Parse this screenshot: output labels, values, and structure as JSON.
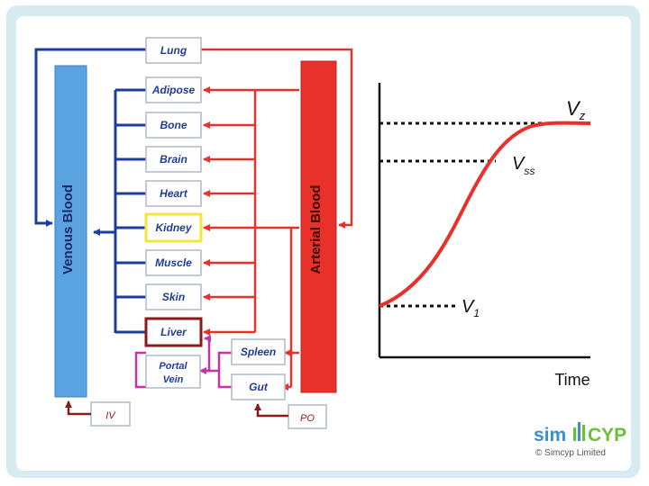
{
  "diagram": {
    "venous_label": "Venous Blood",
    "arterial_label": "Arterial Blood",
    "organs": {
      "lung": "Lung",
      "adipose": "Adipose",
      "bone": "Bone",
      "brain": "Brain",
      "heart": "Heart",
      "kidney": "Kidney",
      "muscle": "Muscle",
      "skin": "Skin",
      "liver": "Liver",
      "portal_vein_line1": "Portal",
      "portal_vein_line2": "Vein",
      "spleen": "Spleen",
      "gut": "Gut"
    },
    "inputs": {
      "iv": "IV",
      "po": "PO"
    },
    "colors": {
      "venous": "#5ba3e0",
      "arterial": "#e8312a",
      "venous_arrow": "#1f3c9a",
      "arterial_arrow": "#e8312a",
      "portal": "#c832a8",
      "dosing": "#8b1a1a",
      "kidney_border": "#f5e63c",
      "liver_border": "#8b1a1a"
    }
  },
  "graph": {
    "xlabel": "Time",
    "labels": {
      "vz": "V",
      "vz_sub": "z",
      "vss": "V",
      "vss_sub": "ss",
      "v1": "V",
      "v1_sub": "1"
    },
    "curve_color": "#e8312a"
  },
  "logo": {
    "brand_left": "sim",
    "brand_right": "CYP",
    "copyright": "© Simcyp Limited"
  }
}
